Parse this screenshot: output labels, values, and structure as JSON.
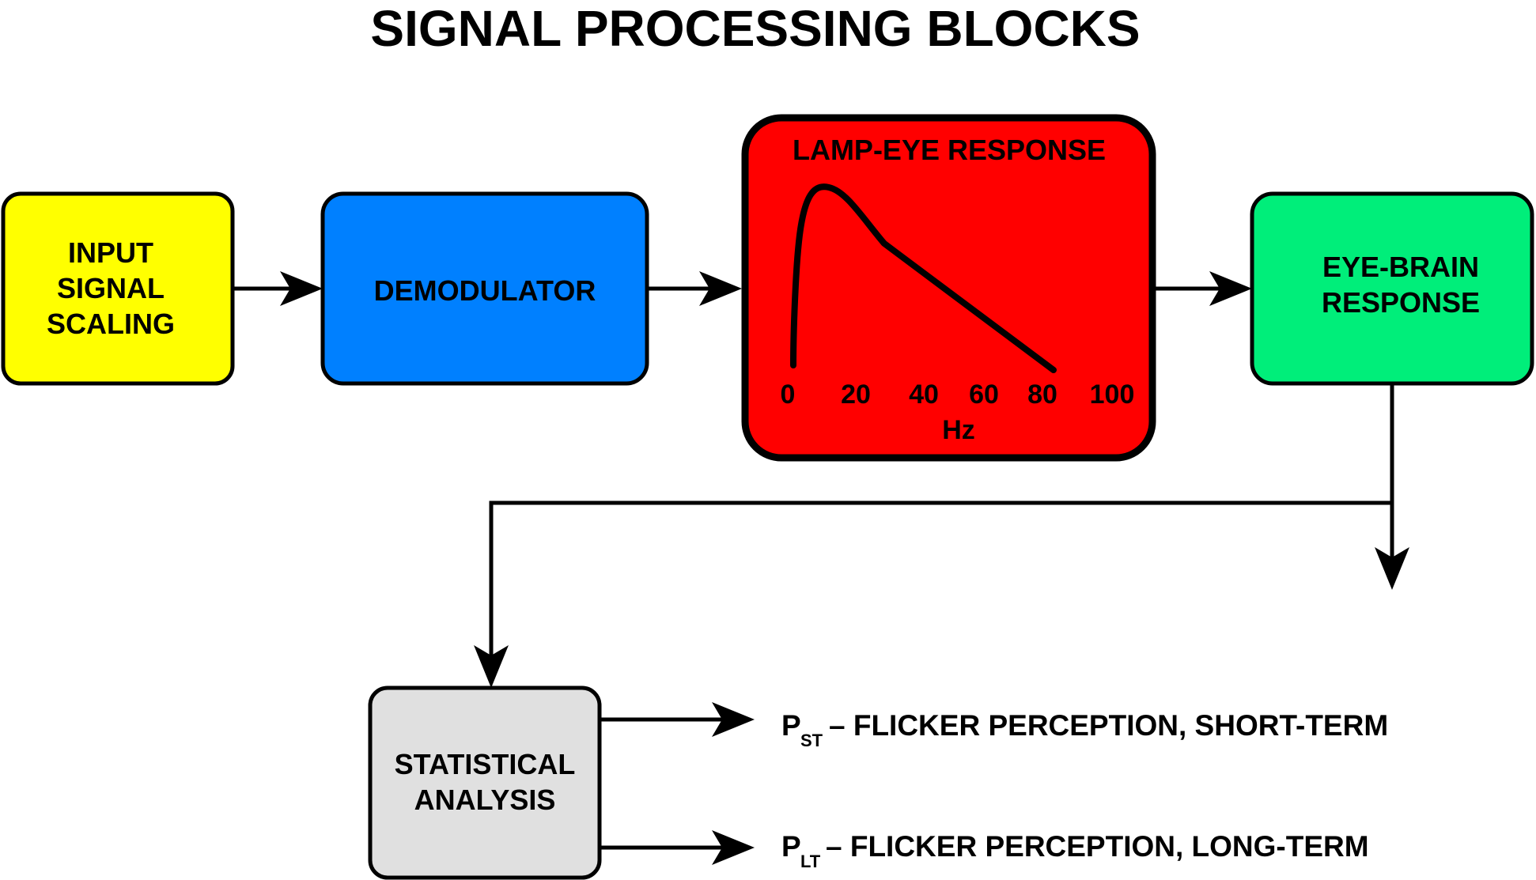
{
  "title": "SIGNAL PROCESSING BLOCKS",
  "blocks": {
    "input": {
      "lines": [
        "INPUT",
        "SIGNAL",
        "SCALING"
      ],
      "color": "#ffff00"
    },
    "demodulator": {
      "lines": [
        "DEMODULATOR"
      ],
      "color": "#0080ff"
    },
    "lamp_eye": {
      "title": "LAMP-EYE RESPONSE",
      "color": "#ff0000",
      "axis_ticks": [
        "0",
        "20",
        "40",
        "60",
        "80",
        "100"
      ],
      "axis_unit": "Hz"
    },
    "eye_brain": {
      "lines": [
        "EYE-BRAIN",
        "RESPONSE"
      ],
      "color": "#00ee7a"
    },
    "statistical": {
      "lines": [
        "STATISTICAL",
        "ANALYSIS"
      ],
      "color": "#e0e0e0"
    }
  },
  "outputs": [
    {
      "symbol": "P",
      "subscript": "ST",
      "text": "– FLICKER PERCEPTION, SHORT-TERM"
    },
    {
      "symbol": "P",
      "subscript": "LT",
      "text": "– FLICKER PERCEPTION, LONG-TERM"
    }
  ]
}
